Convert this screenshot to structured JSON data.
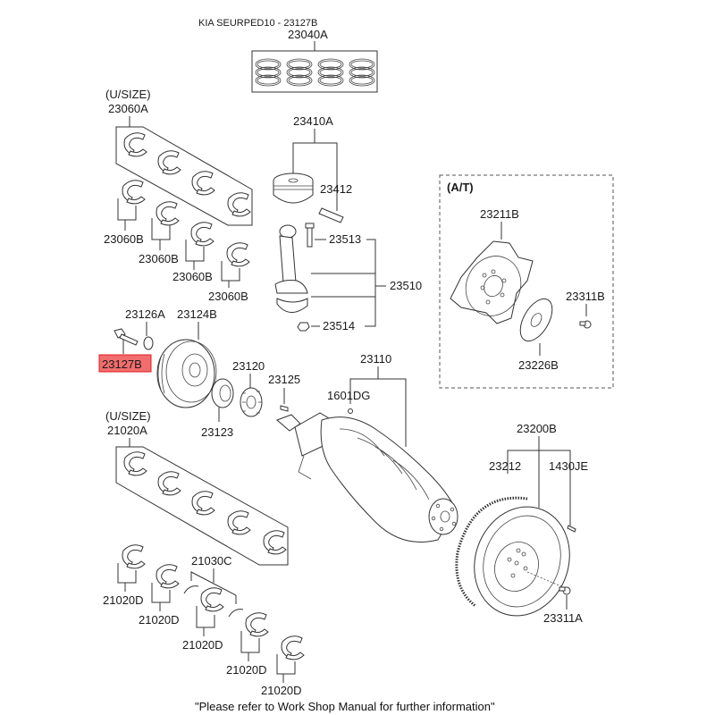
{
  "title": "KIA SEURPED10 - 23127B",
  "highlight_color": "#f26d6d",
  "highlighted_part": "23127B",
  "labels": {
    "piston_rings": "23040A",
    "upper_bearing_usize": "(U/SIZE)",
    "upper_bearing_set": "23060A",
    "upper_bearing_single": "23060B",
    "piston_assy": "23410A",
    "piston_pin": "23412",
    "rod_bolt": "23513",
    "conrod_assy": "23510",
    "rod_nut": "23514",
    "at_group": "(A/T)",
    "drive_plate": "23211B",
    "adapter_plate": "23226B",
    "drive_plate_bolt": "23311B",
    "washer": "23126A",
    "damper_pulley": "23124B",
    "pulley_bolt": "23127B",
    "sprocket": "23120",
    "key": "23125",
    "seal_ring": "23123",
    "crankshaft": "23110",
    "plug": "1601DG",
    "lower_bearing_usize": "(U/SIZE)",
    "lower_bearing_set": "21020A",
    "thrust_washer": "21030C",
    "lower_bearing_single": "21020D",
    "flywheel_assy": "23200B",
    "ring_gear": "23212",
    "dowel_pin": "1430JE",
    "flywheel_bolt": "23311A"
  },
  "footer": "\"Please refer to Work Shop Manual for further information\""
}
